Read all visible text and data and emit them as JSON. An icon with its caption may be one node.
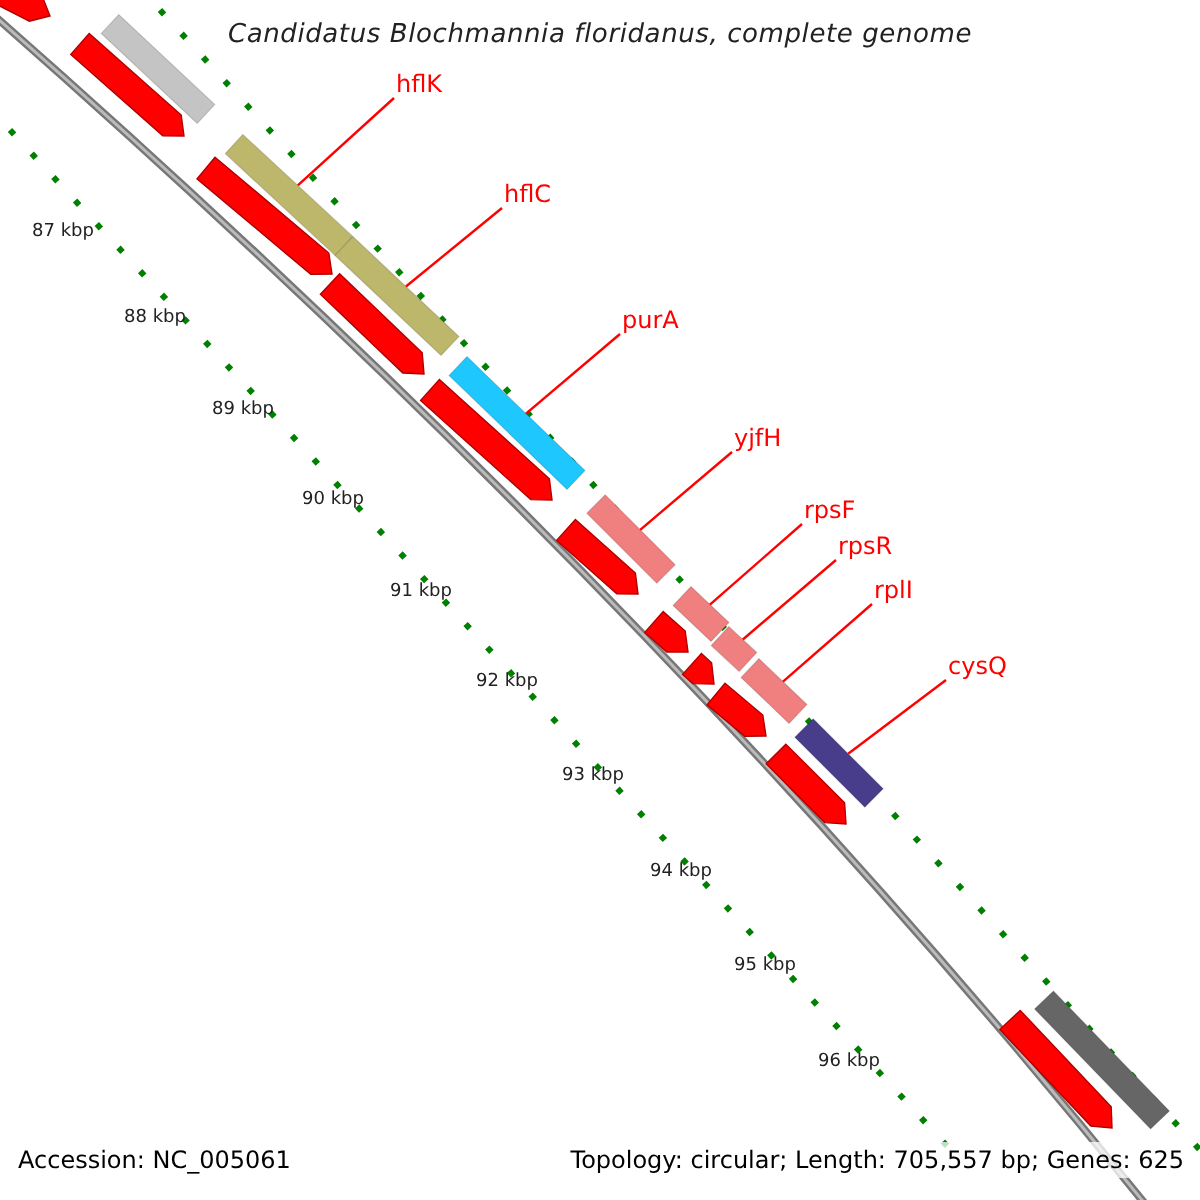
{
  "diagram": {
    "title": "Candidatus Blochmannia floridanus, complete genome",
    "nodes": [
      {
        "text": [
          "hflK"
        ]
      },
      {
        "text": [],
        "shape": "bar"
      },
      {
        "text": [
          "hflC"
        ]
      },
      {
        "text": [],
        "shape": "bar"
      },
      {
        "text": [
          "purA"
        ]
      },
      {
        "text": [],
        "shape": "bar"
      },
      {
        "text": [
          "yjfH"
        ]
      },
      {
        "text": [],
        "shape": "bar"
      },
      {
        "text": [
          "rpsF"
        ]
      },
      {
        "text": [],
        "shape": "bar"
      },
      {
        "text": [
          "rpsR"
        ]
      },
      {
        "text": [],
        "shape": "bar"
      },
      {
        "text": [
          "rplI"
        ]
      },
      {
        "text": [],
        "shape": "bar"
      },
      {
        "text": [
          "cysQ"
        ]
      },
      {
        "text": [],
        "shape": "bar"
      },
      {
        "text": [],
        "shape": "arrow"
      },
      {
        "text": [],
        "shape": "bar"
      },
      {
        "text": [],
        "shape": "arrow"
      },
      {
        "text": [],
        "shape": "arrow"
      },
      {
        "text": [],
        "shape": "arrow"
      },
      {
        "text": [],
        "shape": "arrow"
      },
      {
        "text": [],
        "shape": "arrow"
      },
      {
        "text": [],
        "shape": "arrow"
      },
      {
        "text": [],
        "shape": "arrow"
      },
      {
        "text": [],
        "shape": "arrow"
      },
      {
        "text": [],
        "shape": "arrow"
      },
      {
        "text": [],
        "shape": "bar"
      },
      {
        "text": [],
        "shape": "arrow"
      }
    ],
    "edges": [
      {
        "from": 0,
        "to": 1,
        "arrow": "none"
      },
      {
        "from": 2,
        "to": 3,
        "arrow": "none"
      },
      {
        "from": 4,
        "to": 5,
        "arrow": "none"
      },
      {
        "from": 6,
        "to": 7,
        "arrow": "none"
      },
      {
        "from": 8,
        "to": 9,
        "arrow": "none"
      },
      {
        "from": 10,
        "to": 11,
        "arrow": "none"
      },
      {
        "from": 12,
        "to": 13,
        "arrow": "none"
      },
      {
        "from": 14,
        "to": 15,
        "arrow": "none"
      }
    ],
    "labels": [
      "87 kbp",
      "88 kbp",
      "89 kbp",
      "90 kbp",
      "91 kbp",
      "92 kbp",
      "93 kbp",
      "94 kbp",
      "95 kbp",
      "96 kbp",
      "Accession: NC_005061",
      "Topology: circular; Length: 705,557 bp; Genes: 625"
    ]
  }
}
